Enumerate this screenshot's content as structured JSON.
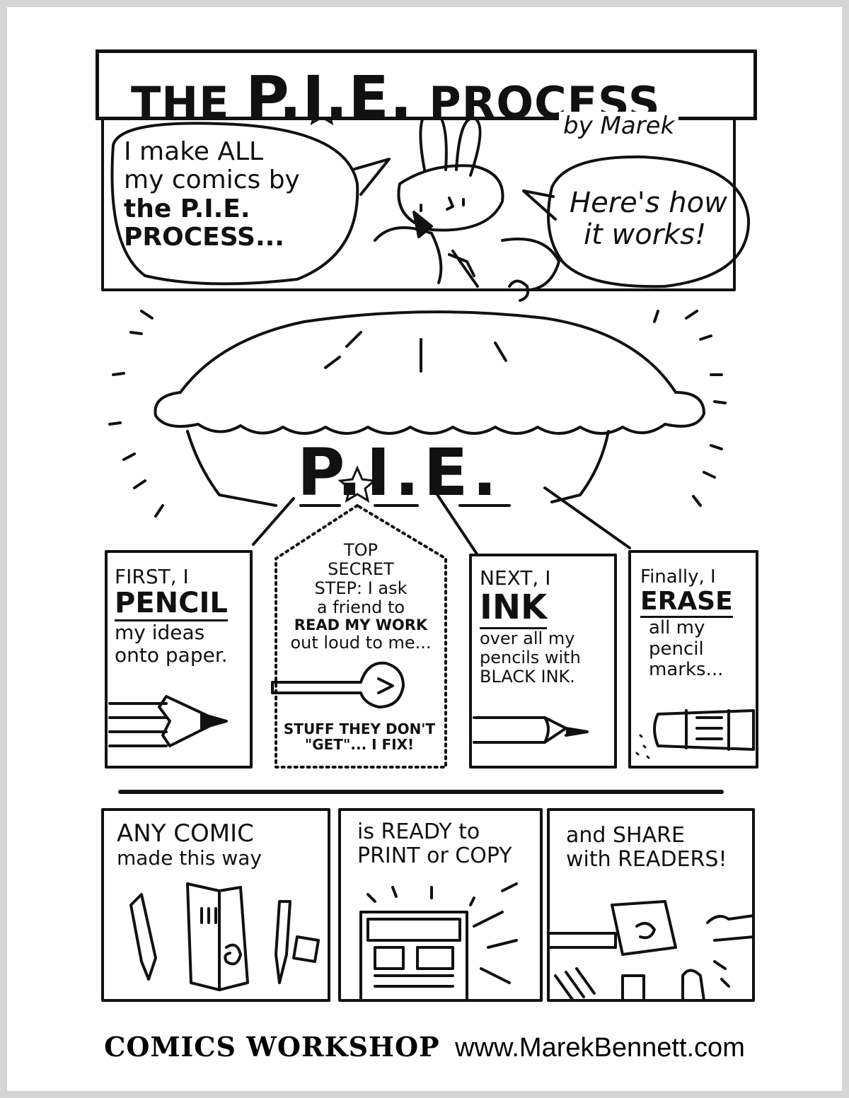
{
  "title": {
    "pre": "THE",
    "pie": "P.I.E.",
    "post": "PROCESS",
    "byline": "by Marek"
  },
  "intro": {
    "left_bubble": [
      "I make ALL",
      "my comics by",
      "the P.I.E.",
      "PROCESS..."
    ],
    "right_bubble": [
      "Here's how",
      "it works!"
    ]
  },
  "pie_label": "P.I.E.",
  "steps": {
    "pencil": {
      "line1": "FIRST, I",
      "keyword": "PENCIL",
      "rest": [
        "my ideas",
        "onto paper."
      ]
    },
    "secret": {
      "lines": [
        "TOP",
        "SECRET",
        "STEP: I ask",
        "a friend to",
        "READ MY WORK",
        "out loud to me..."
      ],
      "fix": [
        "STUFF THEY DON'T",
        "\"GET\"... I FIX!"
      ]
    },
    "ink": {
      "line1": "NEXT, I",
      "keyword": "INK",
      "rest": [
        "over all my",
        "pencils with",
        "BLACK INK."
      ]
    },
    "erase": {
      "line1": "Finally, I",
      "keyword": "ERASE",
      "rest": [
        "all my",
        "pencil",
        "marks..."
      ]
    }
  },
  "bottom": {
    "panel1": [
      "ANY COMIC",
      "made this way"
    ],
    "panel2": [
      "is READY to",
      "PRINT or COPY"
    ],
    "panel3": [
      "and SHARE",
      "with READERS!"
    ]
  },
  "footer": {
    "workshop": "COMICS WORKSHOP",
    "url": "www.MarekBennett.com"
  },
  "colors": {
    "ink": "#111111",
    "paper": "#ffffff",
    "border": "#d6d6d6"
  }
}
